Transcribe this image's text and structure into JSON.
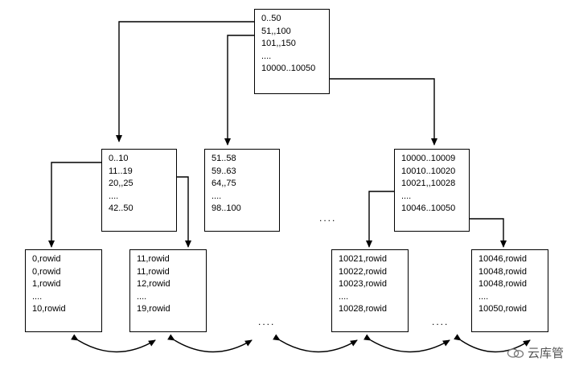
{
  "nodes": {
    "root": [
      "0..50",
      "51,,100",
      "101,,150",
      "....",
      "10000..10050"
    ],
    "branch_left": [
      "0..10",
      "11..19",
      "20,,25",
      "....",
      "42..50"
    ],
    "branch_mid": [
      "51..58",
      "59..63",
      "64,,75",
      "....",
      "98..100"
    ],
    "branch_right": [
      "10000..10009",
      "10010..10020",
      "10021,,10028",
      "....",
      "10046..10050"
    ],
    "leaf_1": [
      "0,rowid",
      "0,rowid",
      "1,rowid",
      "....",
      "10,rowid"
    ],
    "leaf_2": [
      "11,rowid",
      "11,rowid",
      "12,rowid",
      "....",
      "19,rowid"
    ],
    "leaf_3": [
      "10021,rowid",
      "10022,rowid",
      "10023,rowid",
      "....",
      "10028,rowid"
    ],
    "leaf_4": [
      "10046,rowid",
      "10048,rowid",
      "10048,rowid",
      "....",
      "10050,rowid"
    ]
  },
  "ellipses": {
    "branch_gap": "....",
    "leaf_gap_1": "....",
    "leaf_gap_2": "...."
  },
  "watermark": {
    "text": "云库管"
  }
}
